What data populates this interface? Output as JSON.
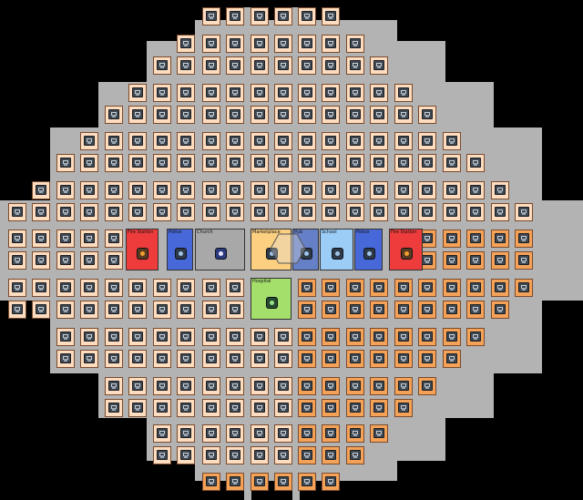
{
  "board": {
    "colors": {
      "background": "#000000",
      "road": "#b3b3b3",
      "lot_empty": "#fddcc0",
      "lot_owned": "#f5a259",
      "fire_station": "#ee3b3b",
      "police": "#4768d8",
      "church": "#a8a8a8",
      "marketplace": "#fcd080",
      "pub": "#6680c8",
      "school": "#9bcdf7",
      "hospital": "#a4de6b"
    },
    "lot_icon": "house-icon"
  },
  "buildings": [
    {
      "id": "fire-station-left",
      "label": "Fire Station",
      "kind": "fire_station",
      "icon": "fire-icon"
    },
    {
      "id": "police-left",
      "label": "Police",
      "kind": "police",
      "icon": "police-badge-icon"
    },
    {
      "id": "church",
      "label": "Church",
      "kind": "church",
      "icon": "church-icon"
    },
    {
      "id": "marketplace",
      "label": "Marketplace",
      "kind": "marketplace",
      "icon": "market-icon"
    },
    {
      "id": "pub",
      "label": "Pub",
      "kind": "pub",
      "icon": "pub-icon"
    },
    {
      "id": "school",
      "label": "School",
      "kind": "school",
      "icon": "school-icon"
    },
    {
      "id": "police-right",
      "label": "Police",
      "kind": "police",
      "icon": "police-badge-icon"
    },
    {
      "id": "fire-station-right",
      "label": "Fire Station",
      "kind": "fire_station",
      "icon": "fire-icon"
    },
    {
      "id": "hospital",
      "label": "Hospital",
      "kind": "hospital",
      "icon": "hospital-icon"
    }
  ],
  "cursor": {
    "icon": "hexagon-cursor-icon"
  }
}
